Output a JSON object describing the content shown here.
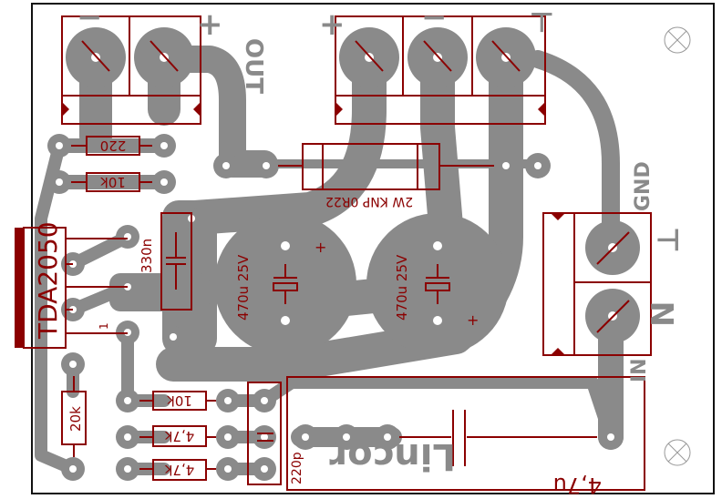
{
  "copper": {
    "out_label": "OUT",
    "gnd_label": "GND",
    "in_label": "IN",
    "brand": "Lincor",
    "plus_out": "+",
    "minus_out": "−",
    "plus_pwr": "+",
    "minus_pwr": "−",
    "gnd_pwr": "⊥",
    "gnd_in": "⊥",
    "in_sym": "N"
  },
  "components": {
    "r_220": "220",
    "r_10k_top": "10k",
    "resistor_2w": "2W KNP 0R22",
    "c_330n": "330n",
    "ic": "TDA2050",
    "ic_pin1": "1",
    "c_470_left": "470u 25V",
    "c_470_right": "470u 25V",
    "cap_plus": "+",
    "r_20k": "20k",
    "r_10k_bottom": "10k",
    "r_47k_1": "4,7k",
    "r_47k_2": "4,7k",
    "c_220p": "220p",
    "c_47u": "4,7u"
  }
}
